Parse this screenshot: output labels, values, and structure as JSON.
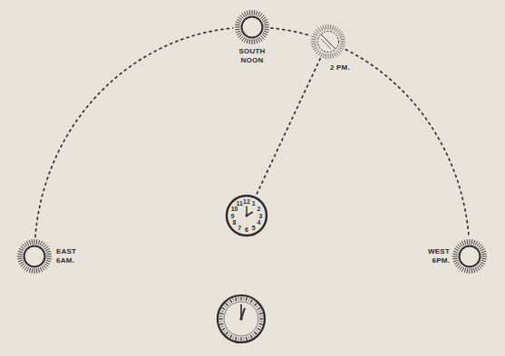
{
  "diagram": {
    "nodes": [
      {
        "text": [
          "EAST 6AM."
        ]
      },
      {
        "text": [
          "SOUTH NOON"
        ]
      },
      {
        "text": [
          "2 PM."
        ]
      },
      {
        "text": [
          "WEST 6PM."
        ]
      },
      {
        "text": [
          "12",
          "1",
          "2",
          "3",
          "4",
          "5",
          "6",
          "7",
          "8",
          "9",
          "10",
          "11"
        ]
      }
    ],
    "edges": [
      {
        "from": 0,
        "to": 1,
        "arrow": "none"
      },
      {
        "from": 1,
        "to": 2,
        "arrow": "none"
      },
      {
        "from": 2,
        "to": 3,
        "arrow": "none"
      },
      {
        "from": 2,
        "to": 4,
        "arrow": "none"
      }
    ]
  }
}
